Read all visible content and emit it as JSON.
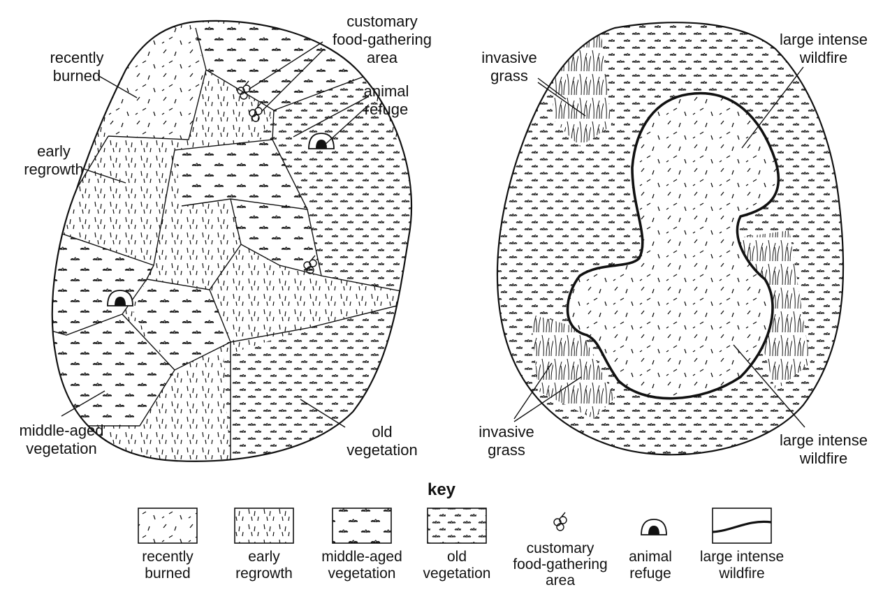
{
  "left_map": {
    "labels": {
      "recently_burned": "recently\nburned",
      "early_regrowth": "early\nregrowth",
      "middle_aged": "middle-aged\nvegetation",
      "old_vegetation": "old\nvegetation",
      "food_gathering": "customary\nfood-gathering\narea",
      "animal_refuge": "animal\nrefuge"
    }
  },
  "right_map": {
    "labels": {
      "invasive_grass_top": "invasive\ngrass",
      "invasive_grass_bottom": "invasive\ngrass",
      "wildfire_top": "large intense\nwildfire",
      "wildfire_bottom": "large intense\nwildfire"
    }
  },
  "key": {
    "title": "key",
    "items": [
      {
        "icon": "recently-burned-swatch",
        "label": "recently\nburned"
      },
      {
        "icon": "early-regrowth-swatch",
        "label": "early\nregrowth"
      },
      {
        "icon": "middle-aged-swatch",
        "label": "middle-aged\nvegetation"
      },
      {
        "icon": "old-vegetation-swatch",
        "label": "old\nvegetation"
      },
      {
        "icon": "berry-cluster-icon",
        "label": "customary\nfood-gathering\narea"
      },
      {
        "icon": "burrow-icon",
        "label": "animal\nrefuge"
      },
      {
        "icon": "wildfire-line-swatch",
        "label": "large intense\nwildfire"
      }
    ]
  },
  "colors": {
    "ink": "#111111",
    "background": "#ffffff"
  }
}
